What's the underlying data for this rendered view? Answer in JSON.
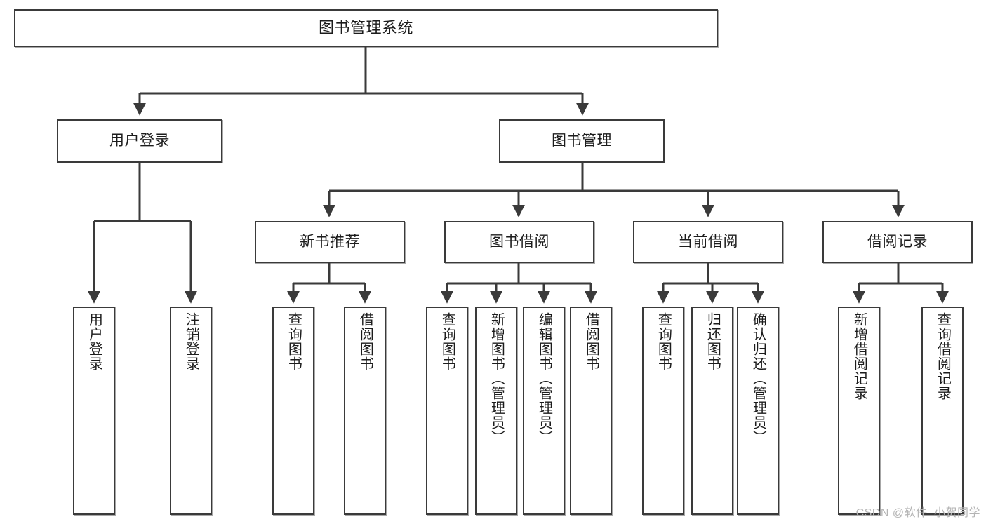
{
  "diagram": {
    "title": "图书管理系统",
    "watermark": "CSDN @软件_小贺同学",
    "stroke_color": "#3a3a3a",
    "text_color": "#1c1c1c",
    "background_color": "#ffffff",
    "root": {
      "label": "图书管理系统"
    },
    "level2": [
      {
        "label": "用户登录"
      },
      {
        "label": "图书管理"
      }
    ],
    "level3": [
      {
        "label": "新书推荐"
      },
      {
        "label": "图书借阅"
      },
      {
        "label": "当前借阅"
      },
      {
        "label": "借阅记录"
      }
    ],
    "leaves": {
      "user_login": [
        {
          "label": "用户登录"
        },
        {
          "label": "注销登录"
        }
      ],
      "new_book_recommend": [
        {
          "label": "查询图书"
        },
        {
          "label": "借阅图书"
        }
      ],
      "book_borrow": [
        {
          "label": "查询图书"
        },
        {
          "label": "新增图书（管理员）"
        },
        {
          "label": "编辑图书（管理员）"
        },
        {
          "label": "借阅图书"
        }
      ],
      "current_borrow": [
        {
          "label": "查询图书"
        },
        {
          "label": "归还图书"
        },
        {
          "label": "确认归还（管理员）"
        }
      ],
      "borrow_record": [
        {
          "label": "新增借阅记录"
        },
        {
          "label": "查询借阅记录"
        }
      ]
    }
  }
}
